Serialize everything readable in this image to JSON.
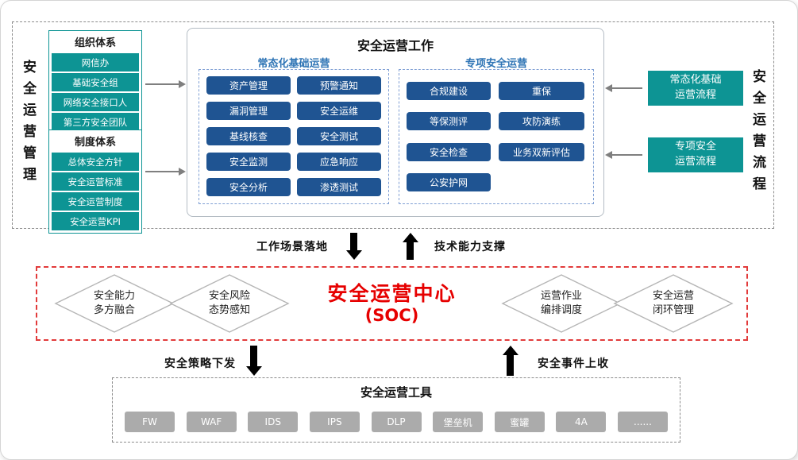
{
  "management": {
    "vertical_label": "安全运营管理",
    "org": {
      "title": "组织体系",
      "items": [
        "网信办",
        "基础安全组",
        "网络安全接口人",
        "第三方安全团队"
      ]
    },
    "policy": {
      "title": "制度体系",
      "items": [
        "总体安全方针",
        "安全运营标准",
        "安全运营制度",
        "安全运营KPI"
      ]
    }
  },
  "work": {
    "title": "安全运营工作",
    "normal": {
      "title": "常态化基础运营",
      "col1": [
        "资产管理",
        "漏洞管理",
        "基线核查",
        "安全监测",
        "安全分析"
      ],
      "col2": [
        "预警通知",
        "安全运维",
        "安全测试",
        "应急响应",
        "渗透测试"
      ]
    },
    "special": {
      "title": "专项安全运营",
      "col1": [
        "合规建设",
        "等保测评",
        "安全检查",
        "公安护网"
      ],
      "col2": [
        "重保",
        "攻防演练",
        "业务双新评估"
      ]
    }
  },
  "process": {
    "vertical_label": "安全运营流程",
    "flows": [
      "常态化基础\n运营流程",
      "专项安全\n运营流程"
    ]
  },
  "connectors": {
    "scenario_down": "工作场景落地",
    "capability_up": "技术能力支撑",
    "policy_down": "安全策略下发",
    "event_up": "安全事件上收"
  },
  "soc": {
    "title": "安全运营中心",
    "subtitle": "(SOC)",
    "diamonds": [
      "安全能力\n多方融合",
      "安全风险\n态势感知",
      "运营作业\n编排调度",
      "安全运营\n闭环管理"
    ]
  },
  "tools": {
    "title": "安全运营工具",
    "items": [
      "FW",
      "WAF",
      "IDS",
      "IPS",
      "DLP",
      "堡垒机",
      "蜜罐",
      "4A",
      "......"
    ]
  },
  "colors": {
    "teal": "#0d9494",
    "dark_blue": "#1f5492",
    "blue_title": "#2e74b5",
    "red": "#e60000",
    "tool_gray": "#ababab"
  }
}
